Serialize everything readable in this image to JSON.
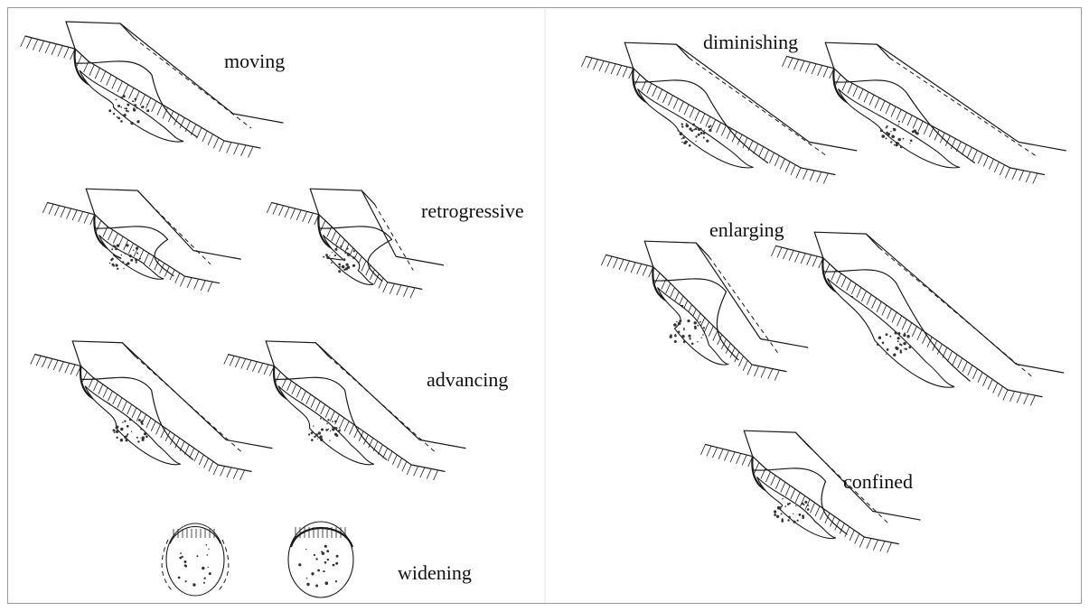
{
  "labels": {
    "moving": "moving",
    "retrogressive": "retrogressive",
    "advancing": "advancing",
    "widening": "widening",
    "diminishing": "diminishing",
    "enlarging": "enlarging",
    "confined": "confined"
  }
}
